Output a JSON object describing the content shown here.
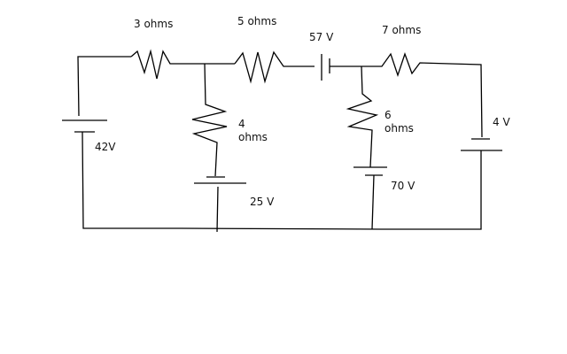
{
  "diagram": {
    "type": "circuit",
    "components": {
      "r3": {
        "label": "3 ohms"
      },
      "r5": {
        "label": "5 ohms"
      },
      "v57": {
        "label": "57 V"
      },
      "r7": {
        "label": "7 ohms"
      },
      "v42": {
        "label": "42V"
      },
      "r4": {
        "value": "4",
        "unit": "ohms"
      },
      "v25": {
        "label": "25 V"
      },
      "r6": {
        "value": "6",
        "unit": "ohms"
      },
      "v70": {
        "label": "70 V"
      },
      "v4": {
        "label": "4 V"
      }
    }
  }
}
